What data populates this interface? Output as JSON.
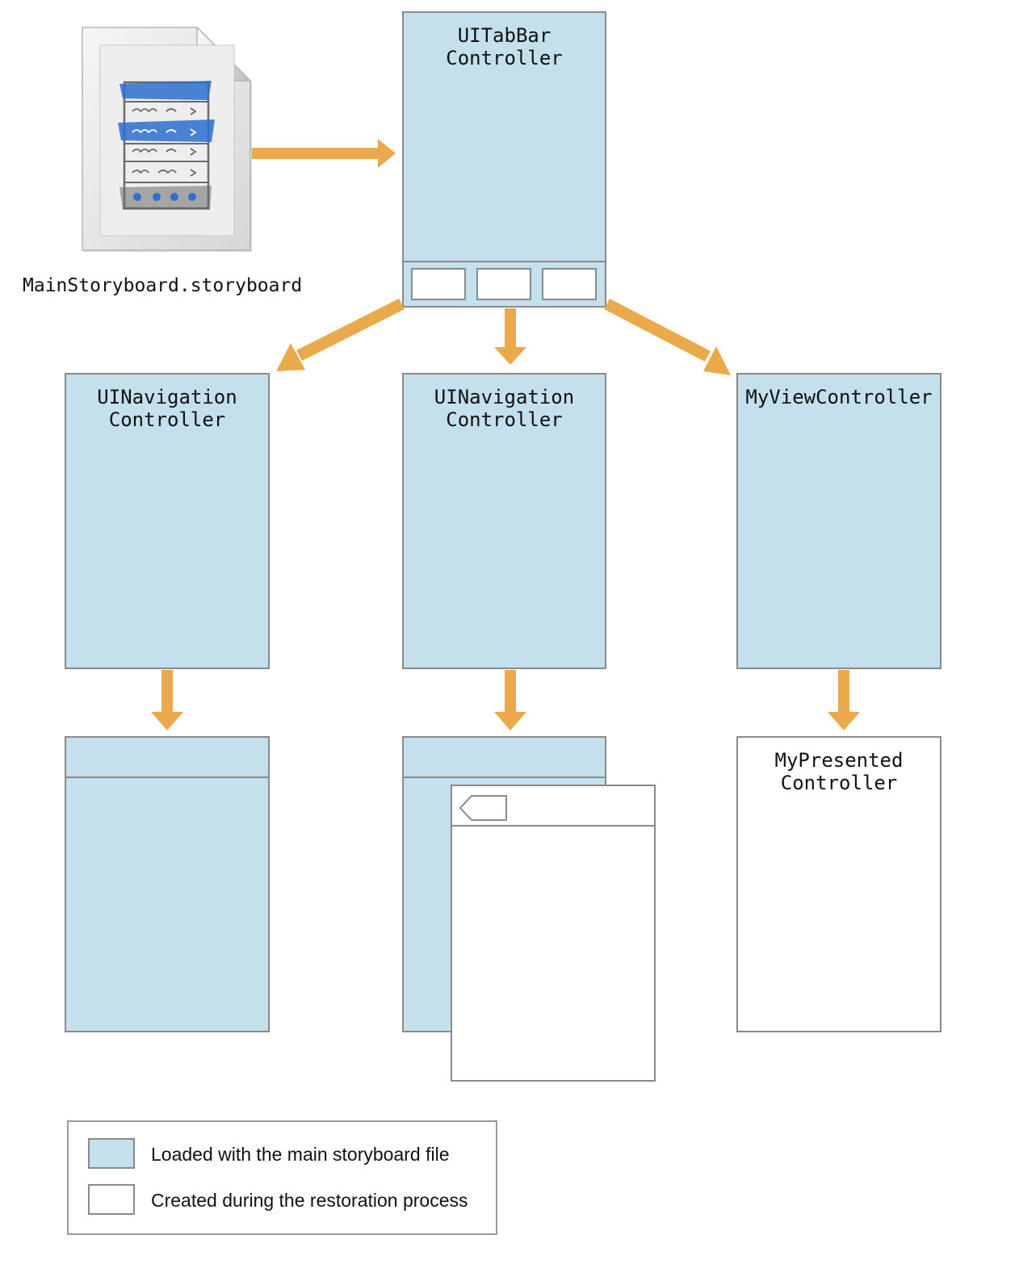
{
  "storyboard_file": {
    "caption": "MainStoryboard.storyboard",
    "icon": "storyboard-file-icon"
  },
  "nodes": {
    "tab_bar_controller": {
      "title": "UITabBar\nController",
      "state": "loaded"
    },
    "nav_controller_left": {
      "title": "UINavigation\nController",
      "state": "loaded"
    },
    "nav_controller_middle": {
      "title": "UINavigation\nController",
      "state": "loaded"
    },
    "my_view_controller": {
      "title": "MyViewController",
      "state": "loaded"
    },
    "left_child_view": {
      "title": "",
      "state": "loaded"
    },
    "middle_child_view": {
      "title": "",
      "state": "loaded"
    },
    "middle_pushed_view": {
      "title": "",
      "state": "created",
      "icon": "back-button-icon"
    },
    "my_presented_controller": {
      "title": "MyPresented\nController",
      "state": "created"
    }
  },
  "legend": {
    "items": [
      {
        "label": "Loaded with the main storyboard file",
        "color": "#c3e0ec"
      },
      {
        "label": "Created during the restoration process",
        "color": "#ffffff"
      }
    ]
  },
  "colors": {
    "loaded_fill": "#c3e0ec",
    "created_fill": "#ffffff",
    "border": "#8a8a8a",
    "arrow": "#eaaa4c"
  }
}
